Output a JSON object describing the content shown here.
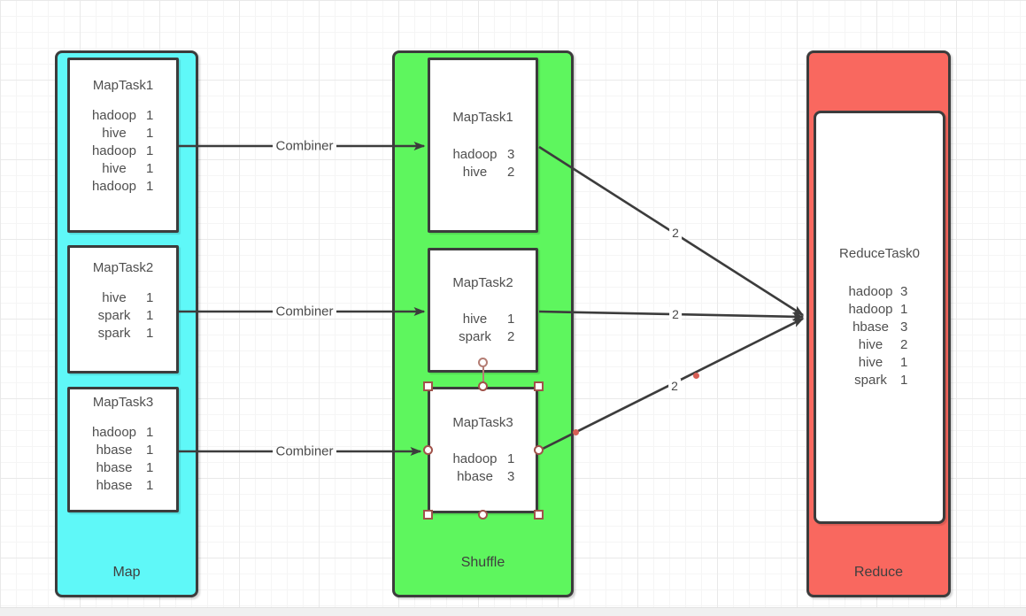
{
  "containers": {
    "map": {
      "label": "Map",
      "fill": "#5ff8f8"
    },
    "shuffle": {
      "label": "Shuffle",
      "fill": "#5ef65e"
    },
    "reduce": {
      "label": "Reduce",
      "fill": "#f9685f"
    }
  },
  "map_tasks": [
    {
      "title": "MapTask1",
      "entries": [
        {
          "word": "hadoop",
          "count": "1"
        },
        {
          "word": "hive",
          "count": "1"
        },
        {
          "word": "hadoop",
          "count": "1"
        },
        {
          "word": "hive",
          "count": "1"
        },
        {
          "word": "hadoop",
          "count": "1"
        }
      ]
    },
    {
      "title": "MapTask2",
      "entries": [
        {
          "word": "hive",
          "count": "1"
        },
        {
          "word": "spark",
          "count": "1"
        },
        {
          "word": "spark",
          "count": "1"
        }
      ]
    },
    {
      "title": "MapTask3",
      "entries": [
        {
          "word": "hadoop",
          "count": "1"
        },
        {
          "word": "hbase",
          "count": "1"
        },
        {
          "word": "hbase",
          "count": "1"
        },
        {
          "word": "hbase",
          "count": "1"
        }
      ]
    }
  ],
  "shuffle_tasks": [
    {
      "title": "MapTask1",
      "entries": [
        {
          "word": "hadoop",
          "count": "3"
        },
        {
          "word": "hive",
          "count": "2"
        }
      ]
    },
    {
      "title": "MapTask2",
      "entries": [
        {
          "word": "hive",
          "count": "1"
        },
        {
          "word": "spark",
          "count": "2"
        }
      ]
    },
    {
      "title": "MapTask3",
      "entries": [
        {
          "word": "hadoop",
          "count": "1"
        },
        {
          "word": "hbase",
          "count": "3"
        }
      ]
    }
  ],
  "reduce_task": {
    "title": "ReduceTask0",
    "entries": [
      {
        "word": "hadoop",
        "count": "3"
      },
      {
        "word": "hadoop",
        "count": "1"
      },
      {
        "word": "hbase",
        "count": "3"
      },
      {
        "word": "hive",
        "count": "2"
      },
      {
        "word": "hive",
        "count": "1"
      },
      {
        "word": "spark",
        "count": "1"
      }
    ]
  },
  "edge_labels": {
    "combiner": [
      "Combiner",
      "Combiner",
      "Combiner"
    ],
    "counts": [
      "2",
      "2",
      "2"
    ]
  },
  "accents": {
    "edge_stroke": "#3c3c3c",
    "selection_handle": "#a0524a",
    "waypoint_dot": "#d75f55"
  }
}
